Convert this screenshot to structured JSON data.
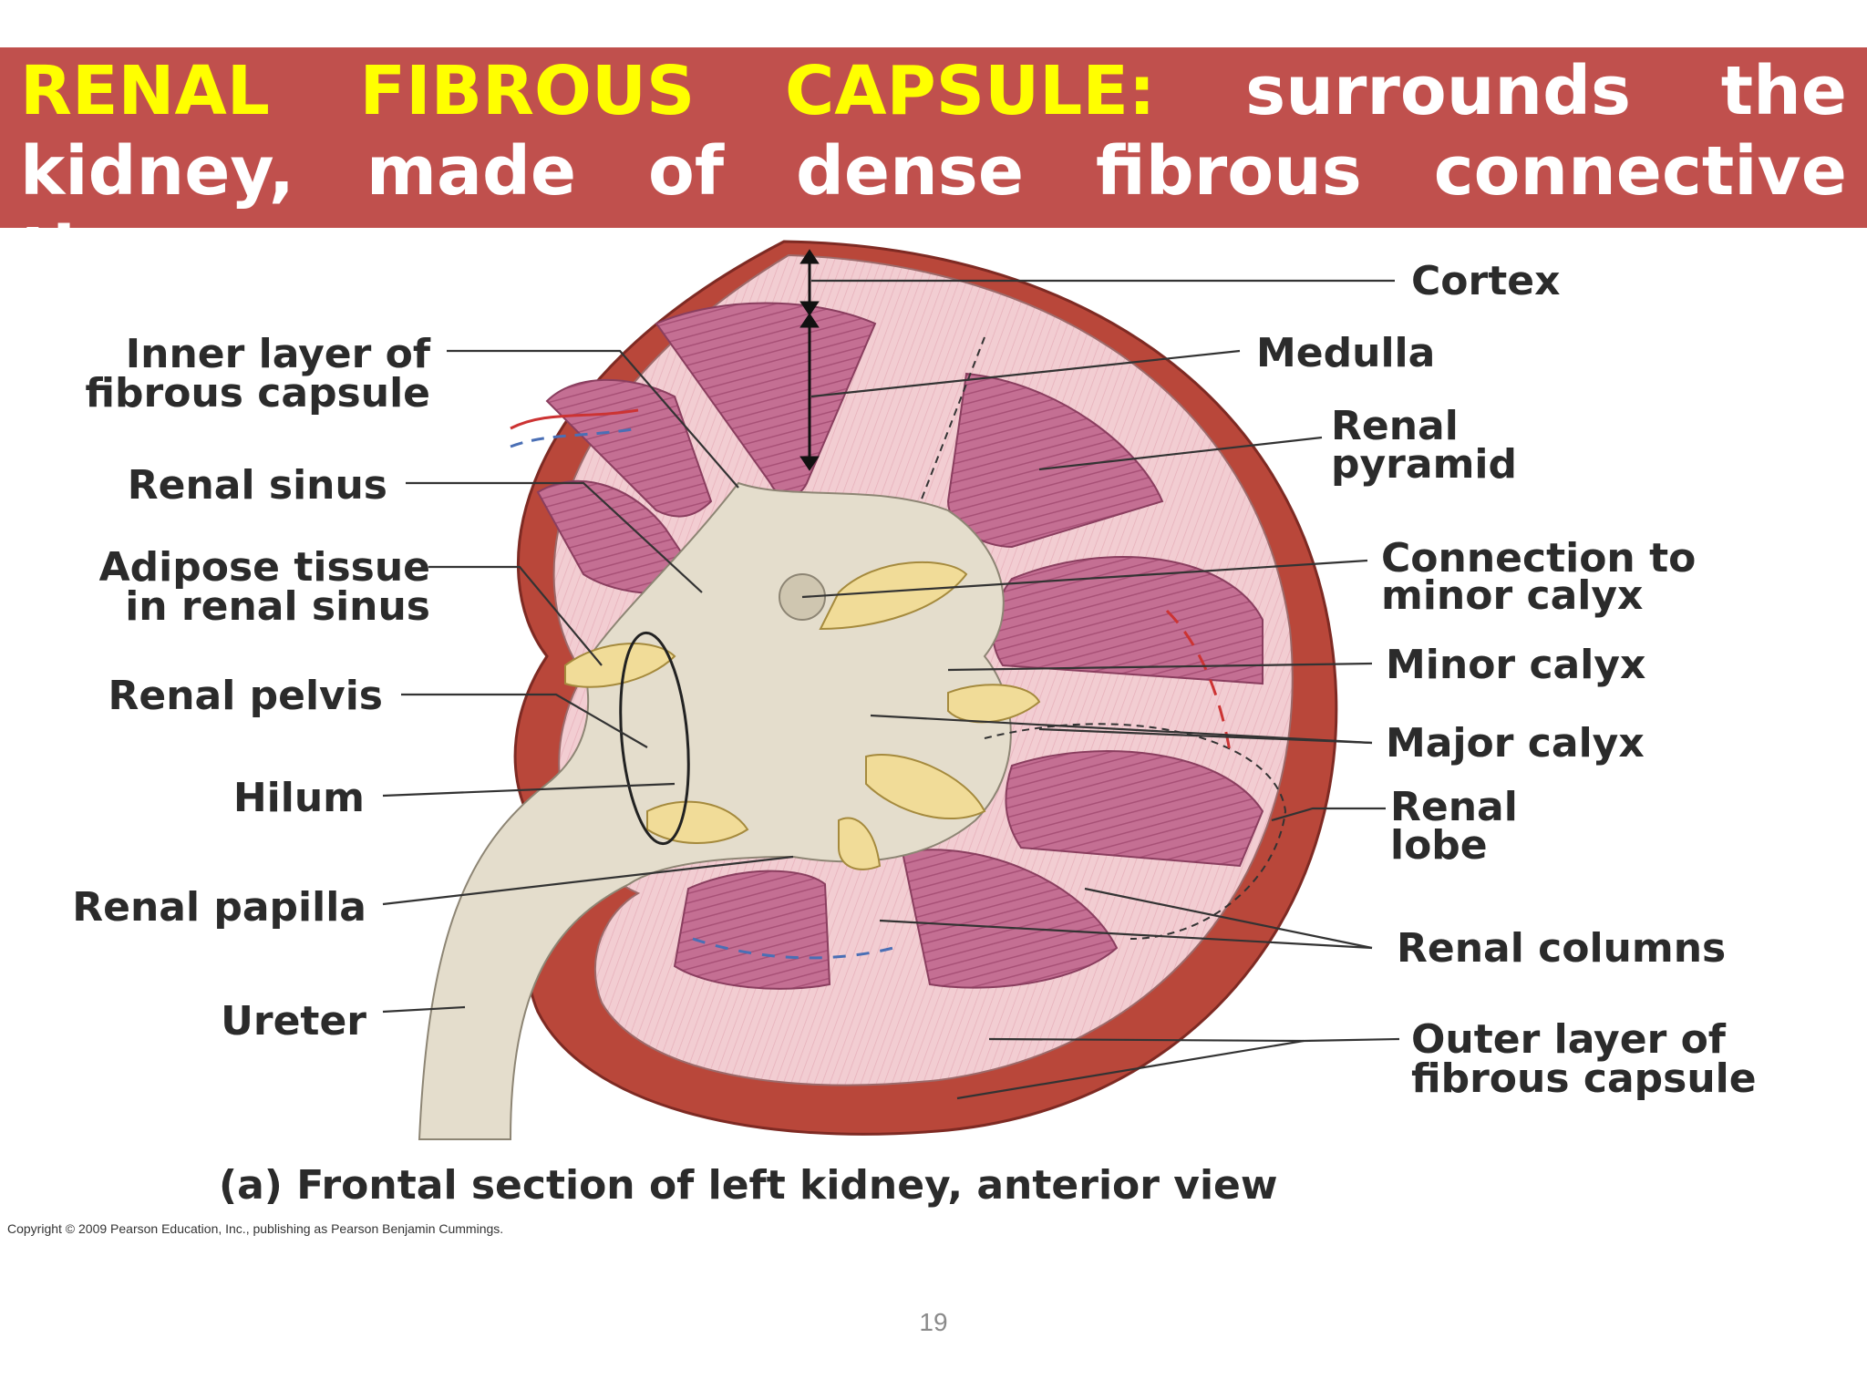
{
  "slide": {
    "title_highlight": "RENAL FIBROUS CAPSULE:",
    "title_rest": "surrounds the kidney, made of dense fibrous connective tissue.",
    "page_number": "19"
  },
  "diagram": {
    "labels": {
      "cortex": "Cortex",
      "medulla": "Medulla",
      "renal_pyramid_1": "Renal",
      "renal_pyramid_2": "pyramid",
      "connection_1": "Connection to",
      "connection_2": "minor calyx",
      "minor_calyx": "Minor calyx",
      "major_calyx": "Major calyx",
      "renal_lobe_1": "Renal",
      "renal_lobe_2": "lobe",
      "renal_columns": "Renal columns",
      "outer_layer_1": "Outer layer of",
      "outer_layer_2": "fibrous capsule",
      "inner_layer_1": "Inner layer of",
      "inner_layer_2": "fibrous capsule",
      "renal_sinus": "Renal sinus",
      "adipose_1": "Adipose tissue",
      "adipose_2": "in renal sinus",
      "renal_pelvis": "Renal pelvis",
      "hilum": "Hilum",
      "renal_papilla": "Renal papilla",
      "ureter": "Ureter"
    },
    "caption": "(a) Frontal section of left kidney, anterior view",
    "copyright": "Copyright © 2009 Pearson Education, Inc., publishing as Pearson Benjamin Cummings."
  },
  "colors": {
    "banner": "#c0504d",
    "highlight": "#ffff00",
    "cortex": "#f2cdd2",
    "pyramid": "#c46f93",
    "capsule": "#b9473a",
    "sinus": "#e4ddcc",
    "fat": "#f1dc98"
  }
}
